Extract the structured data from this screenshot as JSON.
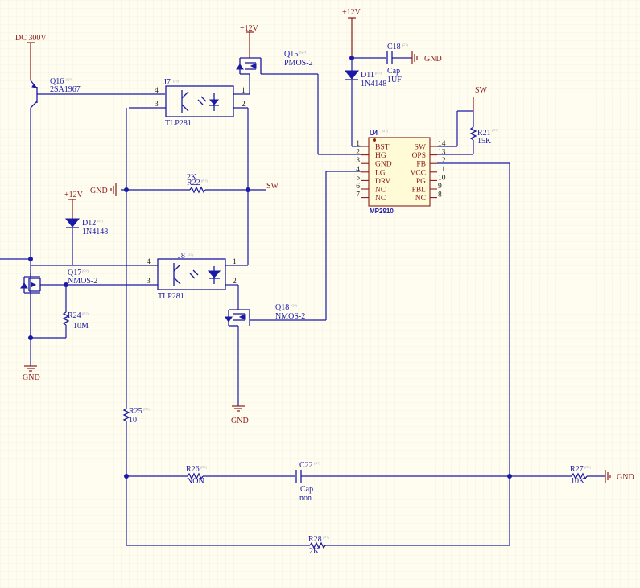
{
  "nets": {
    "dc300v": "DC 300V",
    "vcc_q15": "+12V",
    "vcc_c18": "+12V",
    "vcc_d12": "+12V",
    "sw_top": "SW",
    "sw_mid": "SW",
    "gnd_left": "GND",
    "gnd_c18": "GND",
    "gnd_bottom_left": "GND",
    "gnd_q18": "GND",
    "gnd_r27": "GND"
  },
  "components": {
    "q16": {
      "ref": "Q16",
      "value": "2SA1967",
      "tag": "(Q?)"
    },
    "q15": {
      "ref": "Q15",
      "value": "PMOS-2",
      "tag": "(Q?)"
    },
    "q17": {
      "ref": "Q17",
      "value": "NMOS-2",
      "tag": "(Q?)"
    },
    "q18": {
      "ref": "Q18",
      "value": "NMOS-2",
      "tag": "(Q?)"
    },
    "j7": {
      "ref": "J7",
      "value": "TLP281",
      "tag": "(J?)",
      "pins": [
        "4",
        "3",
        "1",
        "2"
      ]
    },
    "j8": {
      "ref": "J8",
      "value": "TLP281",
      "tag": "(J?)",
      "pins": [
        "4",
        "3",
        "1",
        "2"
      ]
    },
    "c18": {
      "ref": "C18",
      "value": "Cap",
      "value2": "1UF",
      "tag": "(C?)"
    },
    "c22": {
      "ref": "C22",
      "value": "Cap",
      "value2": "non",
      "tag": "(C?)"
    },
    "d11": {
      "ref": "D11",
      "value": "1N4148",
      "tag": "(D?)"
    },
    "d12": {
      "ref": "D12",
      "value": "1N4148",
      "tag": "(D?)"
    },
    "r21": {
      "ref": "R21",
      "value": "15K",
      "tag": "(R?)"
    },
    "r22": {
      "ref": "R22",
      "value": "2K",
      "tag": "(R?)"
    },
    "r24": {
      "ref": "R24",
      "value": "10M",
      "tag": "(R?)"
    },
    "r25": {
      "ref": "R25",
      "value": "10",
      "tag": "(R?)"
    },
    "r26": {
      "ref": "R26",
      "value": "NON",
      "tag": "(R?)"
    },
    "r27": {
      "ref": "R27",
      "value": "10K",
      "tag": "(R?)"
    },
    "r28": {
      "ref": "R28",
      "value": "2K",
      "tag": "(R?)"
    }
  },
  "u4": {
    "ref": "U4",
    "tag": "(U?)",
    "part": "MP2910",
    "left_pins": [
      {
        "num": "1",
        "name": "BST"
      },
      {
        "num": "2",
        "name": "HG"
      },
      {
        "num": "3",
        "name": "GND"
      },
      {
        "num": "4",
        "name": "LG"
      },
      {
        "num": "5",
        "name": "DRV"
      },
      {
        "num": "6",
        "name": "NC"
      },
      {
        "num": "7",
        "name": "NC"
      }
    ],
    "right_pins": [
      {
        "num": "14",
        "name": "SW"
      },
      {
        "num": "13",
        "name": "OPS"
      },
      {
        "num": "12",
        "name": "FB"
      },
      {
        "num": "11",
        "name": "VCC"
      },
      {
        "num": "10",
        "name": "PG"
      },
      {
        "num": "9",
        "name": "FBL"
      },
      {
        "num": "8",
        "name": "NC"
      }
    ]
  },
  "colors": {
    "background": "#FFFDF0",
    "grid": "#EEEADA",
    "wire": "#1a1aa6",
    "power": "#8B1A1A",
    "chip_fill": "#FFFBD6"
  },
  "icons": {
    "ground": "ground-icon",
    "power": "power-arrow-icon"
  }
}
